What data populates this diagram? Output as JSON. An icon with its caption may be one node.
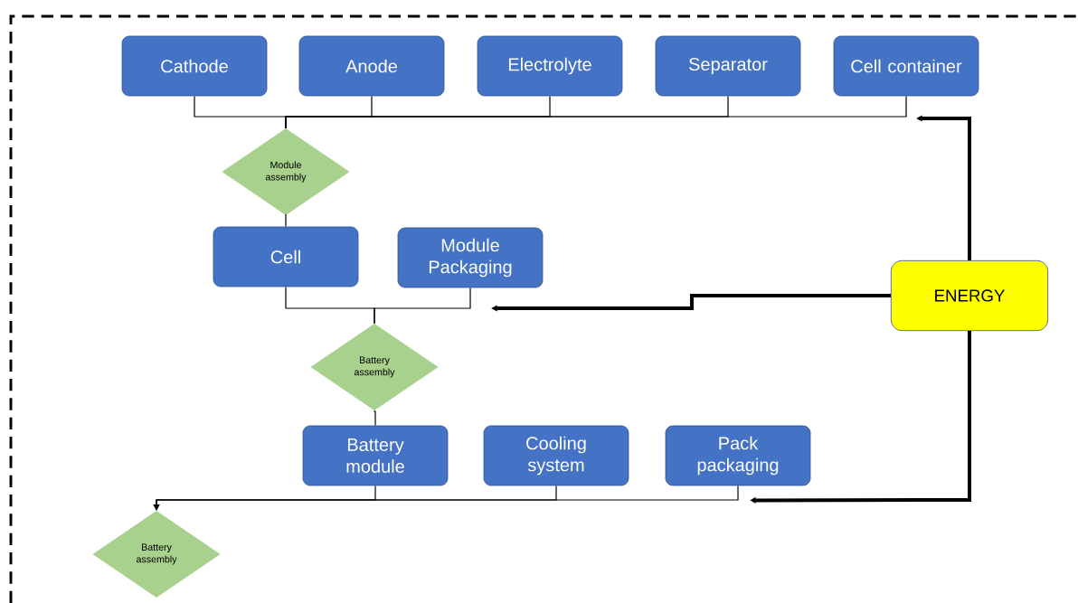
{
  "diagram": {
    "nodes": [
      {
        "text": [
          "Cathode"
        ]
      },
      {
        "text": [
          "Anode"
        ]
      },
      {
        "text": [
          "Electrolyte"
        ]
      },
      {
        "text": [
          "Separator"
        ]
      },
      {
        "text": [
          "Cell container"
        ]
      },
      {
        "text": [
          "Module assembly"
        ]
      },
      {
        "text": [
          "Cell"
        ]
      },
      {
        "text": [
          "Module Packaging"
        ]
      },
      {
        "text": [
          "Battery assembly"
        ]
      },
      {
        "text": [
          "Battery module"
        ]
      },
      {
        "text": [
          "Cooling system"
        ]
      },
      {
        "text": [
          "Pack packaging"
        ]
      },
      {
        "text": [
          "Battery assembly"
        ]
      },
      {
        "text": [
          "ENERGY"
        ]
      }
    ],
    "edges": [
      {
        "from": 0,
        "to": 5,
        "arrow": "none"
      },
      {
        "from": 1,
        "to": 5,
        "arrow": "none"
      },
      {
        "from": 2,
        "to": 5,
        "arrow": "none"
      },
      {
        "from": 3,
        "to": 5,
        "arrow": "none"
      },
      {
        "from": 4,
        "to": 5,
        "arrow": "none"
      },
      {
        "from": 5,
        "to": 6,
        "arrow": "none"
      },
      {
        "from": 6,
        "to": 8,
        "arrow": "none"
      },
      {
        "from": 7,
        "to": 8,
        "arrow": "none"
      },
      {
        "from": 8,
        "to": 9,
        "arrow": "none"
      },
      {
        "from": 9,
        "to": 12,
        "arrow": "to"
      },
      {
        "from": 10,
        "to": 12,
        "arrow": "to"
      },
      {
        "from": 11,
        "to": 12,
        "arrow": "to"
      },
      {
        "from": 13,
        "to": null,
        "arrow": "to",
        "style": "thick"
      },
      {
        "from": 13,
        "to": null,
        "arrow": "to",
        "style": "thick"
      },
      {
        "from": 13,
        "to": 11,
        "arrow": "to",
        "style": "thick"
      }
    ]
  }
}
